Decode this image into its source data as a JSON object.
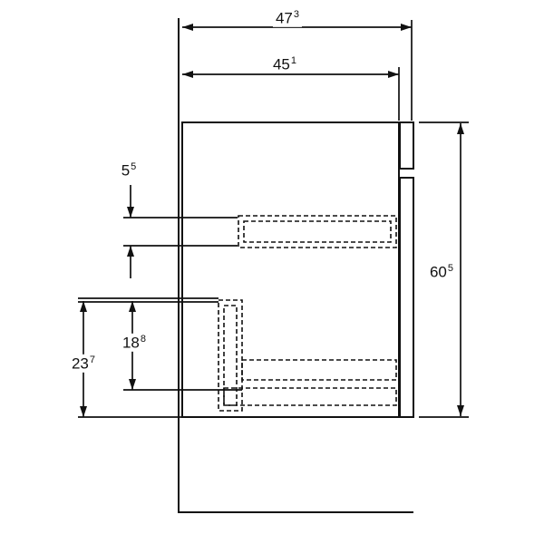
{
  "diagram": {
    "kind": "technical dimension drawing, side view of wall-mounted cabinet with dashed drawers",
    "line_color": "#111111",
    "background": "#ffffff"
  },
  "dimensions": {
    "depth_total": {
      "main": "47",
      "sup": "3"
    },
    "depth_carcass": {
      "main": "45",
      "sup": "1"
    },
    "top_gap": {
      "main": "5",
      "sup": "5"
    },
    "height": {
      "main": "60",
      "sup": "5"
    },
    "drawer_spacing": {
      "main": "18",
      "sup": "8"
    },
    "front_height": {
      "main": "23",
      "sup": "7"
    }
  }
}
